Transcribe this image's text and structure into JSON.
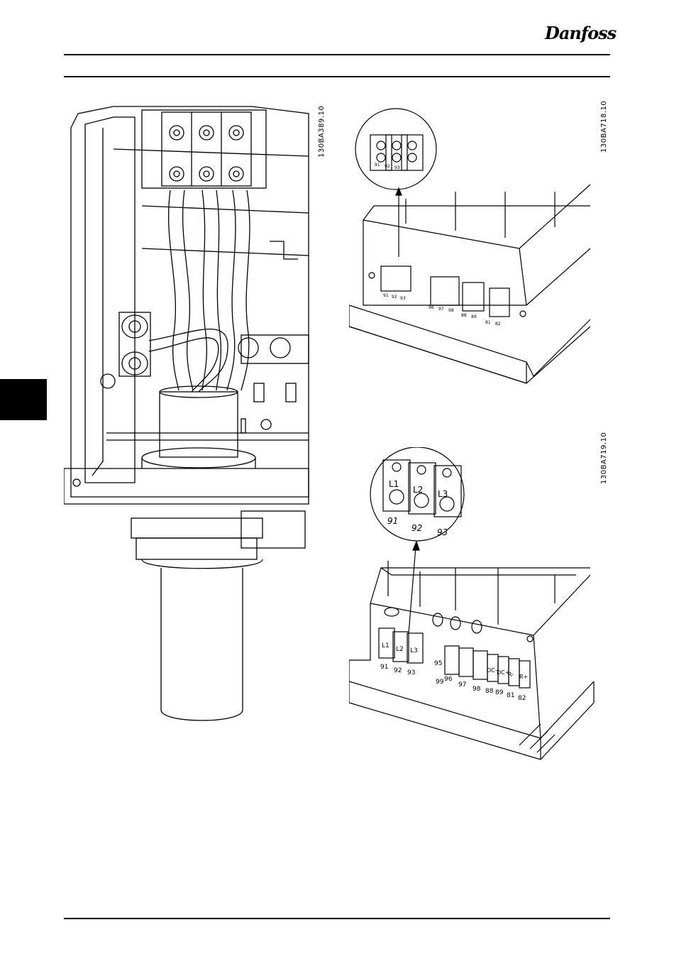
{
  "header": {
    "logo_text": "Danfoss"
  },
  "figures": [
    {
      "code": "130BA389.10"
    },
    {
      "code": "130BA718.10",
      "callout_terminals": [
        "91",
        "92",
        "93"
      ],
      "block_terminals": [
        "91",
        "92",
        "93",
        "96",
        "97",
        "98",
        "88",
        "89",
        "81",
        "82"
      ]
    },
    {
      "code": "130BA719.10",
      "callout_phases": [
        "L1",
        "L2",
        "L3"
      ],
      "callout_terminals": [
        "91",
        "92",
        "93"
      ],
      "block_phases": [
        "L1",
        "L2",
        "L3"
      ],
      "block_terminals": [
        "91",
        "92",
        "93",
        "95",
        "99",
        "96",
        "97",
        "98",
        "88",
        "89",
        "81",
        "82"
      ],
      "block_labels": [
        "DC-",
        "DC+",
        "R-",
        "R+"
      ]
    }
  ],
  "colors": {
    "ink": "#000000",
    "paper": "#ffffff"
  }
}
